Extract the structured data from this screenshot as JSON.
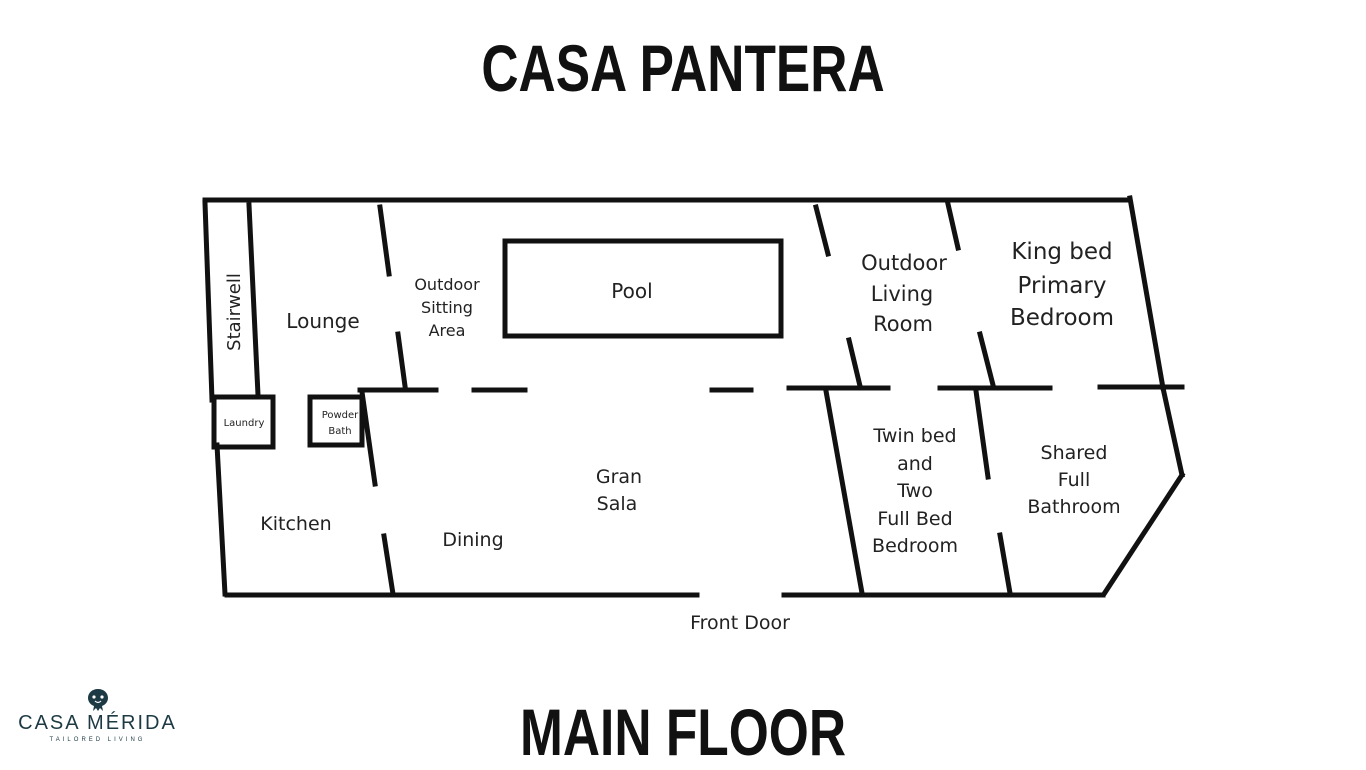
{
  "header": {
    "title": "CASA PANTERA"
  },
  "footer": {
    "title": "MAIN FLOOR"
  },
  "plan": {
    "rooms": {
      "stairwell": "Stairwell",
      "lounge": "Lounge",
      "outdoor_sitting": [
        "Outdoor",
        "Sitting",
        "Area"
      ],
      "pool": "Pool",
      "outdoor_living": [
        "Outdoor",
        "Living",
        "Room"
      ],
      "primary_bedroom": [
        "King bed",
        "Primary",
        "Bedroom"
      ],
      "laundry": "Laundry",
      "powder_bath": [
        "Powder",
        "Bath"
      ],
      "kitchen": "Kitchen",
      "dining": "Dining",
      "gran_sala": [
        "Gran",
        "Sala"
      ],
      "twin_bedroom": [
        "Twin bed",
        "and",
        "Two",
        "Full Bed",
        "Bedroom"
      ],
      "shared_bathroom": [
        "Shared",
        "Full",
        "Bathroom"
      ],
      "front_door": "Front Door"
    }
  },
  "brand": {
    "name": "CASA MÉRIDA",
    "tagline": "TAILORED LIVING",
    "color": "#1d3a44"
  }
}
